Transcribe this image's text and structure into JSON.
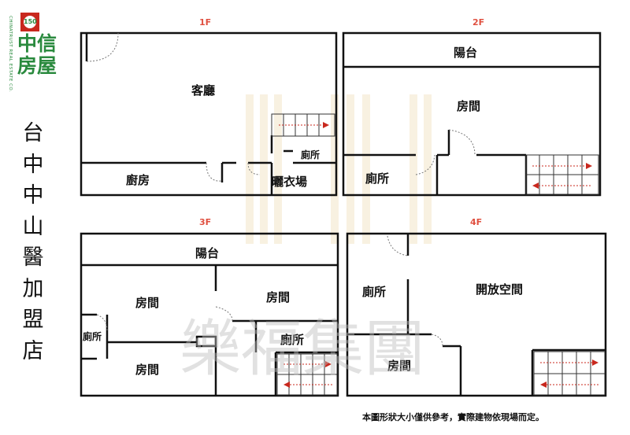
{
  "logo": {
    "badge": "150",
    "name_line1": "中信",
    "name_line2": "房屋",
    "name_en": "CHINATRUST REAL ESTATE CO."
  },
  "title_chars": [
    "台",
    "中",
    "中",
    "山",
    "醫",
    "加",
    "盟",
    "店"
  ],
  "floors": {
    "f1": {
      "label": "1F",
      "rooms": {
        "living": "客廳",
        "kitchen": "廚房",
        "toilet": "廁所",
        "laundry": "曬衣場"
      }
    },
    "f2": {
      "label": "2F",
      "rooms": {
        "balcony": "陽台",
        "bedroom": "房間",
        "toilet": "廁所"
      }
    },
    "f3": {
      "label": "3F",
      "rooms": {
        "balcony": "陽台",
        "bedroom_a": "房間",
        "bedroom_b": "房間",
        "bedroom_c": "房間",
        "toilet_left": "廁所",
        "toilet_right": "廁所"
      }
    },
    "f4": {
      "label": "4F",
      "rooms": {
        "toilet": "廁所",
        "open_space": "開放空間",
        "bedroom": "房間"
      }
    }
  },
  "watermark": {
    "text": "樂福集團"
  },
  "disclaimer": "本圖形狀大小僅供參考，實際建物依現場而定。",
  "colors": {
    "brand_green": "#2a8a3e",
    "brand_red": "#c8281e",
    "floor_label": "#e05040"
  }
}
